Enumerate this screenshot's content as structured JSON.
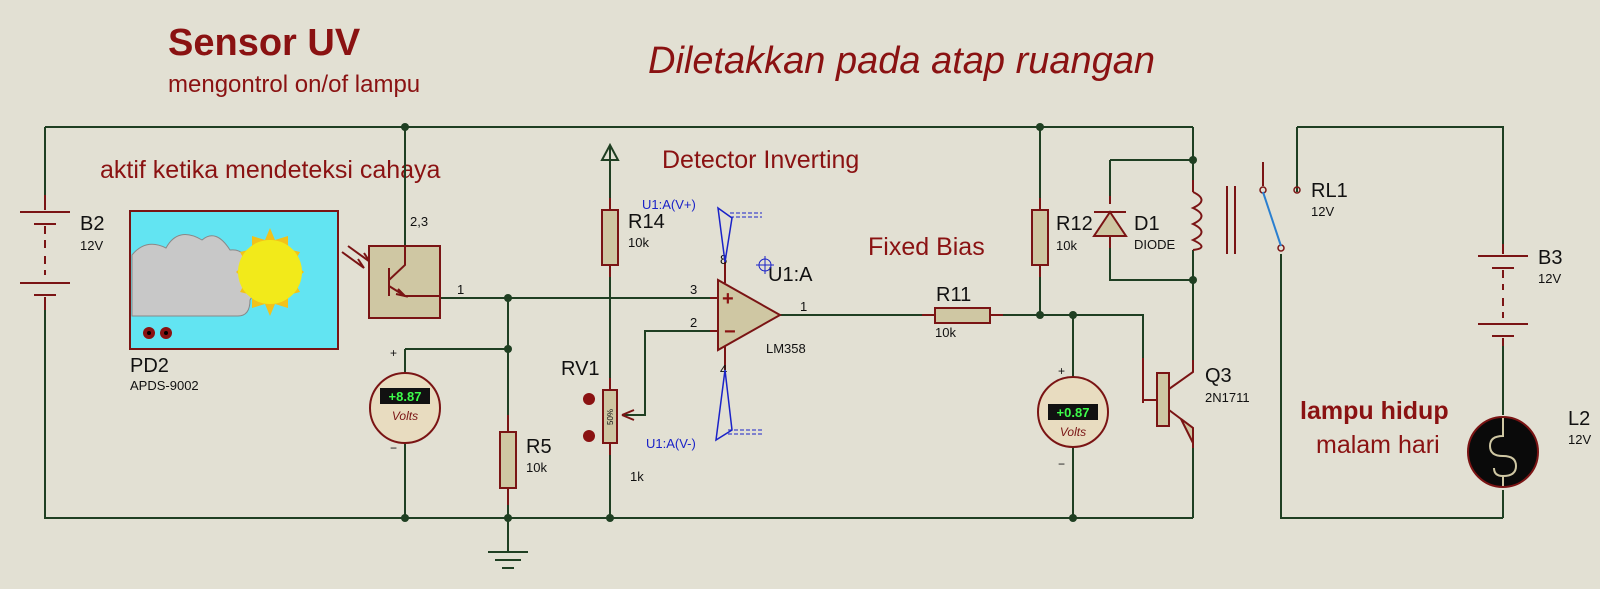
{
  "notes": {
    "title": "Sensor UV",
    "subtitle": "mengontrol on/of lampu",
    "placement": "Diletakkan pada atap ruangan",
    "sensor_note": "aktif ketika mendeteksi cahaya",
    "detector": "Detector Inverting",
    "bias": "Fixed Bias",
    "lamp_line1": "lampu hidup",
    "lamp_line2": "malam hari"
  },
  "components": {
    "b2": {
      "ref": "B2",
      "value": "12V"
    },
    "pd2": {
      "ref": "PD2",
      "value": "APDS-9002",
      "pin_top": "2,3",
      "pin_out": "1"
    },
    "r14": {
      "ref": "R14",
      "value": "10k"
    },
    "r5": {
      "ref": "R5",
      "value": "10k"
    },
    "rv1": {
      "ref": "RV1",
      "value": "1k",
      "wiper": "50%"
    },
    "u1": {
      "ref": "U1:A",
      "value": "LM358",
      "pin_plus": "3",
      "pin_minus": "2",
      "pin_out": "1",
      "pin_vcc": "8",
      "pin_gnd": "4",
      "vplus_label": "U1:A(V+)",
      "vminus_label": "U1:A(V-)"
    },
    "r11": {
      "ref": "R11",
      "value": "10k"
    },
    "r12": {
      "ref": "R12",
      "value": "10k"
    },
    "d1": {
      "ref": "D1",
      "value": "DIODE"
    },
    "q3": {
      "ref": "Q3",
      "value": "2N1711"
    },
    "rl1": {
      "ref": "RL1",
      "value": "12V"
    },
    "b3": {
      "ref": "B3",
      "value": "12V"
    },
    "l2": {
      "ref": "L2",
      "value": "12V"
    }
  },
  "meters": {
    "vm1": {
      "reading": "+8.87",
      "unit": "Volts",
      "plus": "+",
      "minus": "−"
    },
    "vm2": {
      "reading": "+0.87",
      "unit": "Volts",
      "plus": "+",
      "minus": "−"
    }
  },
  "colors": {
    "background": "#e2e0d3",
    "wire": "#1f3f22",
    "component": "#7a1414",
    "body_fill": "#cfc7a3",
    "label": "#8a1212",
    "probe": "#1a22c8",
    "meter_display": "#0b6b1c"
  }
}
